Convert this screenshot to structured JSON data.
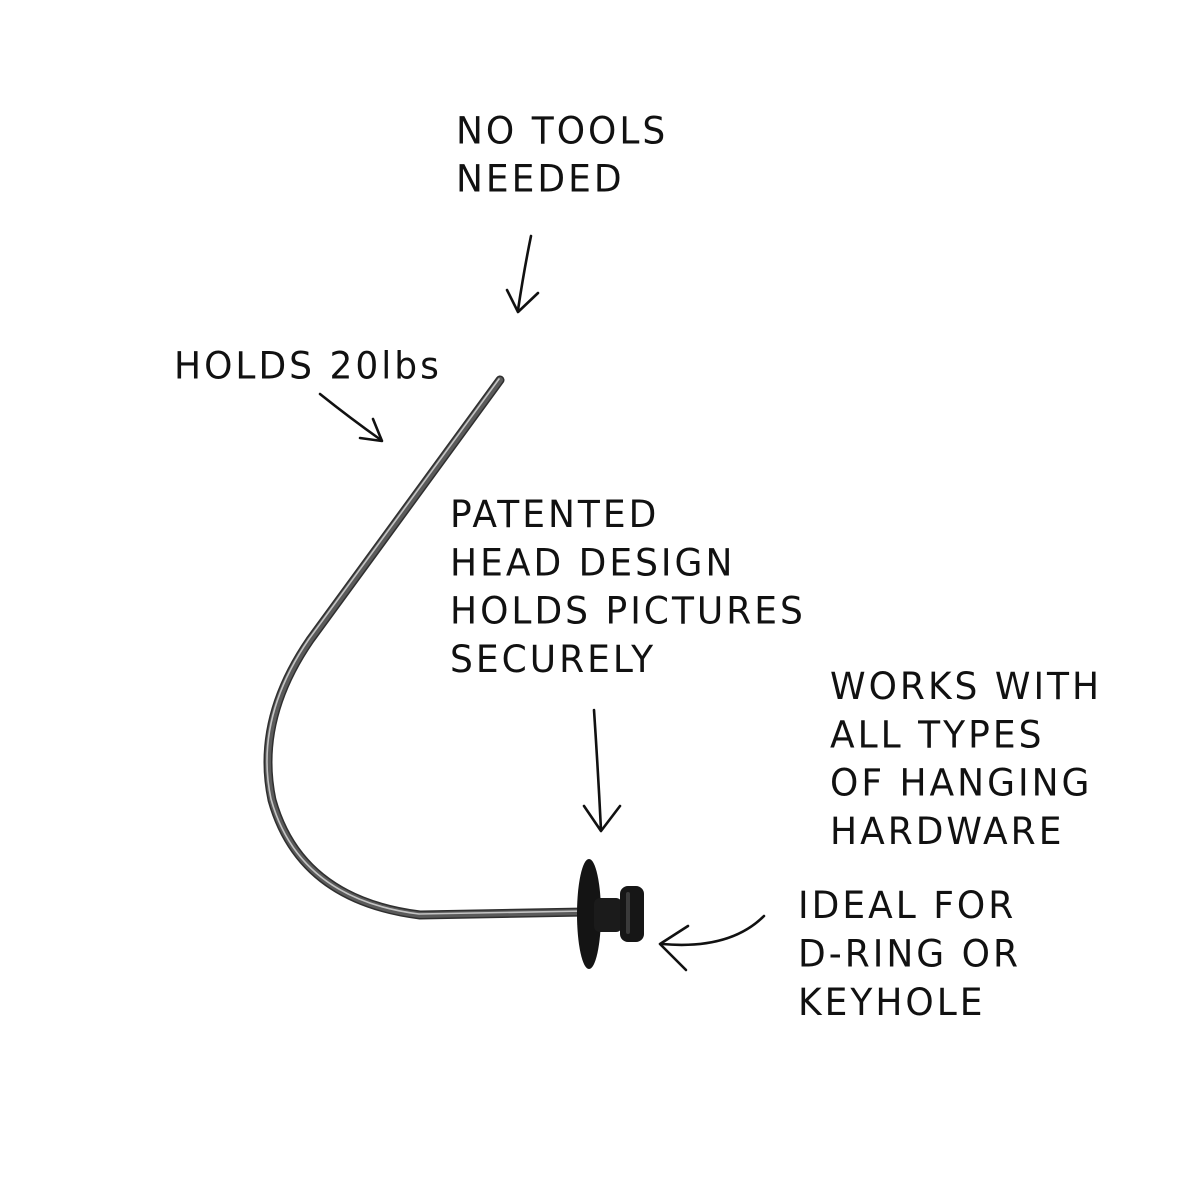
{
  "callouts": {
    "no_tools": [
      "NO TOOLS",
      "NEEDED"
    ],
    "holds": [
      "HOLDS 20lbs"
    ],
    "patented": [
      "PATENTED",
      "HEAD DESIGN",
      "HOLDS PICTURES",
      "SECURELY"
    ],
    "works": [
      "WORKS WITH",
      "ALL TYPES",
      "OF HANGING",
      "HARDWARE"
    ],
    "ideal": [
      "IDEAL FOR",
      "D-RING OR",
      "KEYHOLE"
    ]
  },
  "colors": {
    "ink": "#111111",
    "wire": "#4a4a4a",
    "wire_highlight": "#bdbdbd",
    "head": "#141414",
    "background": "#ffffff"
  }
}
